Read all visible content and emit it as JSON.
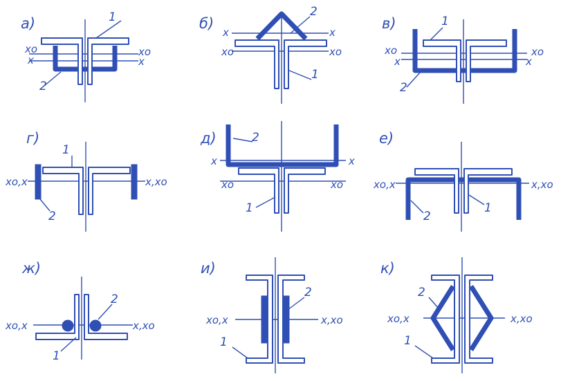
{
  "colors": {
    "ink": "#2f4fb4",
    "background": "#ffffff"
  },
  "panels": [
    {
      "key": "a",
      "label": "а)",
      "part1": "1",
      "part2": "2",
      "axes": {
        "x0_left": "xo",
        "x_left": "x",
        "x0_right": "xo",
        "x_right": "x"
      }
    },
    {
      "key": "b",
      "label": "б)",
      "part1": "1",
      "part2": "2",
      "axes": {
        "x_left": "x",
        "x_right": "x",
        "x0_left": "xo",
        "x0_right": "xo"
      }
    },
    {
      "key": "v",
      "label": "в)",
      "part1": "1",
      "part2": "2",
      "axes": {
        "x0_left": "xo",
        "x_left": "x",
        "x0_right": "xo",
        "x_right": "x"
      }
    },
    {
      "key": "g",
      "label": "г)",
      "part1": "1",
      "part2": "2",
      "axes": {
        "left": "xo,x",
        "right": "x,xo"
      }
    },
    {
      "key": "d",
      "label": "д)",
      "part1": "1",
      "part2": "2",
      "axes": {
        "x_left": "x",
        "x_right": "x",
        "x0_left": "xo",
        "x0_right": "xo"
      }
    },
    {
      "key": "e",
      "label": "е)",
      "part1": "1",
      "part2": "2",
      "axes": {
        "left": "xo,x",
        "right": "x,xo"
      }
    },
    {
      "key": "zh",
      "label": "ж)",
      "part1": "1",
      "part2": "2",
      "axes": {
        "left": "xo,x",
        "right": "x,xo"
      }
    },
    {
      "key": "i",
      "label": "и)",
      "part1": "1",
      "part2": "2",
      "axes": {
        "left": "xo,x",
        "right": "x,xo"
      }
    },
    {
      "key": "k",
      "label": "к)",
      "part1": "1",
      "part2": "2",
      "axes": {
        "left": "xo,x",
        "right": "x,xo"
      }
    }
  ]
}
